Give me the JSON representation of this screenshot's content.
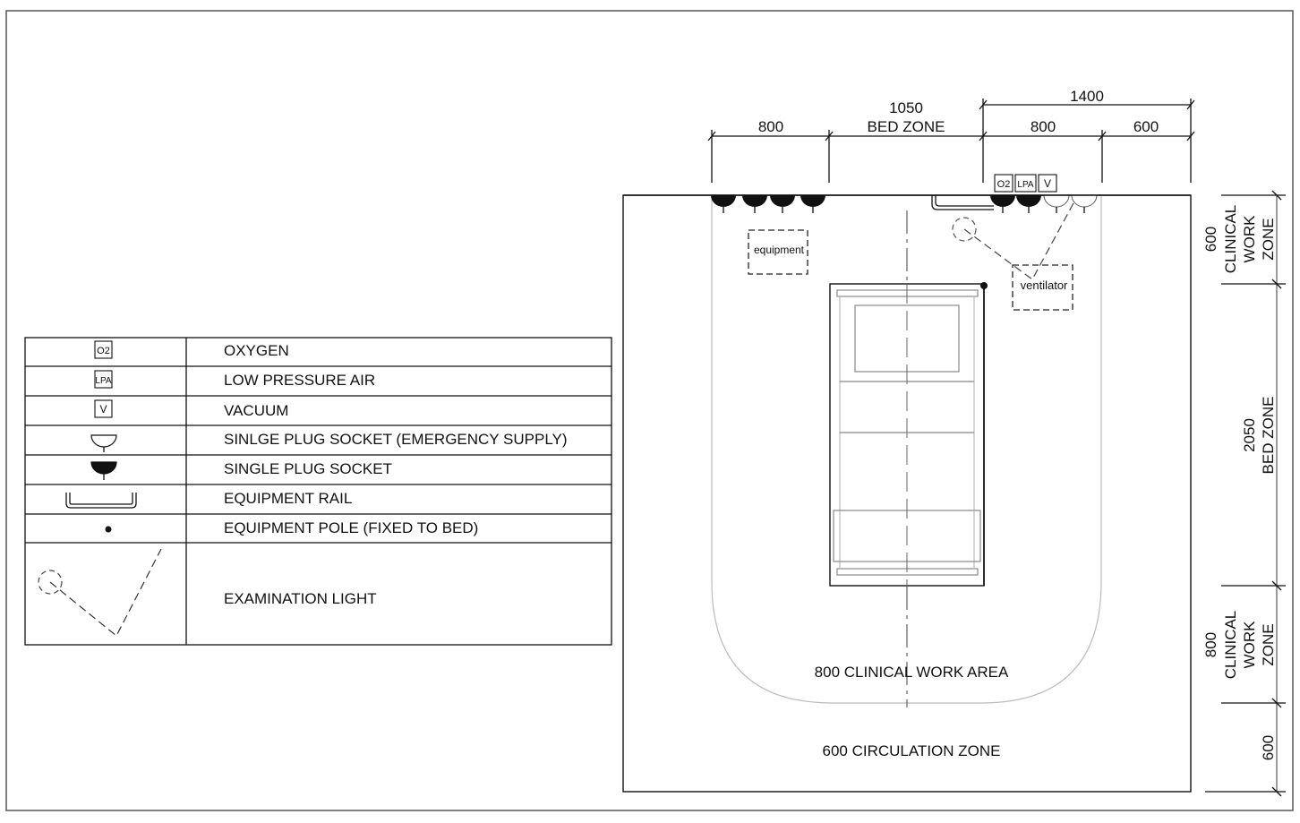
{
  "legend": {
    "rows": [
      {
        "symbol": "oxygen-outlet",
        "symbol_text": "O2",
        "label": "OXYGEN"
      },
      {
        "symbol": "low-pressure-air-outlet",
        "symbol_text": "LPA",
        "label": "LOW  PRESSURE AIR"
      },
      {
        "symbol": "vacuum-outlet",
        "symbol_text": "V",
        "label": "VACUUM"
      },
      {
        "symbol": "emergency-socket",
        "label": "SINLGE PLUG SOCKET (EMERGENCY SUPPLY)"
      },
      {
        "symbol": "single-socket",
        "label": "SINGLE PLUG SOCKET"
      },
      {
        "symbol": "equipment-rail",
        "label": "EQUIPMENT RAIL"
      },
      {
        "symbol": "equipment-pole",
        "label": "EQUIPMENT POLE (FIXED TO BED)"
      },
      {
        "symbol": "examination-light",
        "label": "EXAMINATION LIGHT"
      }
    ]
  },
  "plan": {
    "top_dims": {
      "left_800": "800",
      "bed_zone_value": "1050",
      "bed_zone_label": "BED ZONE",
      "right_800": "800",
      "right_600": "600",
      "overall_1400": "1400"
    },
    "right_dims": {
      "top_cwz_value": "600",
      "top_cwz_line1": "CLINICAL",
      "top_cwz_line2": "WORK",
      "top_cwz_line3": "ZONE",
      "bed_zone_value": "2050",
      "bed_zone_label": "BED ZONE",
      "bottom_cwz_value": "800",
      "bottom_cwz_line1": "CLINICAL",
      "bottom_cwz_line2": "WORK",
      "bottom_cwz_line3": "ZONE",
      "circulation_value": "600"
    },
    "outlets": {
      "o2": "O2",
      "lpa": "LPA",
      "v": "V"
    },
    "equipment_label": "equipment",
    "ventilator_label": "ventilator",
    "clinical_work_area": "800 CLINICAL WORK AREA",
    "circulation_zone": "600 CIRCULATION ZONE"
  }
}
